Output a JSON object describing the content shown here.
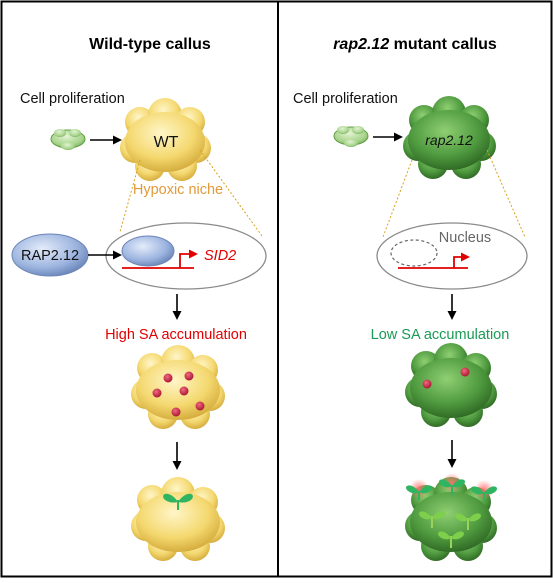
{
  "panels": {
    "wild_type": {
      "title": "Wild-type callus",
      "cell_proliferation": "Cell proliferation",
      "callus_label": "WT",
      "niche_label": "Hypoxic niche",
      "factor_label": "RAP2.12",
      "gene_label": "SID2",
      "outcome_label": "High SA accumulation"
    },
    "mutant": {
      "title_italic": "rap2.12",
      "title_rest": " mutant callus",
      "cell_proliferation": "Cell proliferation",
      "callus_label": "rap2.12",
      "nucleus_label": "Nucleus",
      "outcome_label": "Low SA accumulation"
    }
  },
  "colors": {
    "frame": "#000000",
    "yellow_callus": "#f2d468",
    "green_callus": "#4f9a3f",
    "light_green": "#a7d48b",
    "orange_text": "#e39a3a",
    "red_text": "#e00000",
    "green_text": "#1a9a55",
    "protein_blue": "#8ea9d8",
    "sa_dot": "#c0183a",
    "seedling": "#2fb562"
  },
  "icons": [
    "callus-blob-icon",
    "arrow-icon",
    "nucleus-icon",
    "promoter-arrow-icon",
    "seedling-icon",
    "sa-dot-icon"
  ]
}
